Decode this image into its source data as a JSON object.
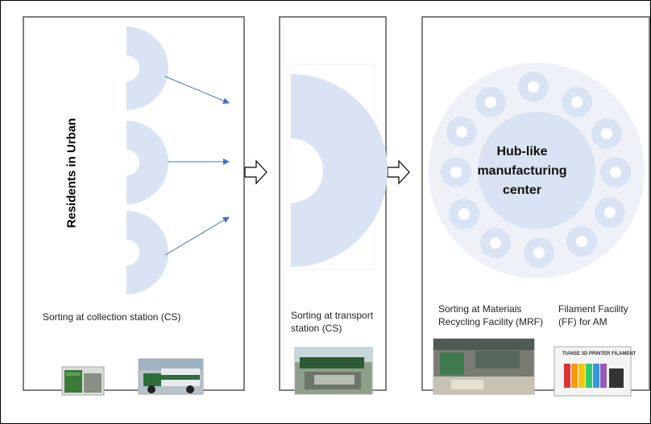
{
  "panels": {
    "collection": {
      "vertical_label": "Residents in Urban",
      "caption": "Sorting at collection station (CS)"
    },
    "transport": {
      "caption_line1": "Sorting at transport",
      "caption_line2": "station (CS)"
    },
    "hub": {
      "title_line1": "Hub-like",
      "title_line2": "manufacturing",
      "title_line3": "center",
      "mrf_caption_line1": "Sorting at Materials",
      "mrf_caption_line2": "Recycling Facility (MRF)",
      "ff_caption_line1": "Filament Facility",
      "ff_caption_line2": "(FF) for AM",
      "filament_photo_text": "TIANSE 3D PRINTER FILAMENT"
    }
  },
  "colors": {
    "shape_fill": "#dae3f3",
    "arrow_blue": "#4472c4",
    "panel_border": "#7f7f7f"
  }
}
